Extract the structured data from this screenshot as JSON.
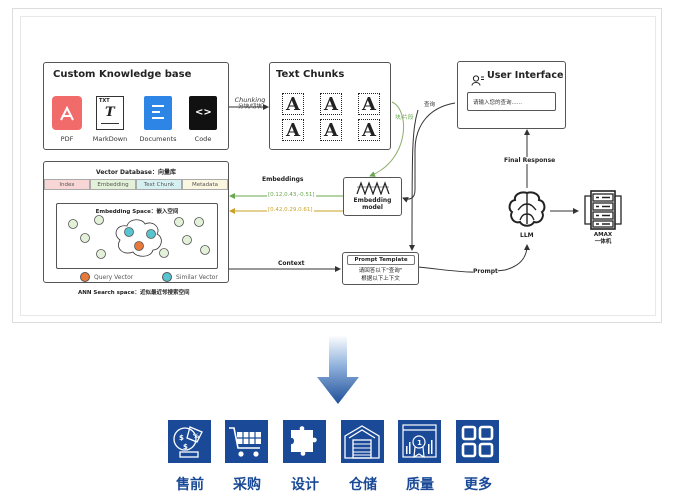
{
  "knowledge_base": {
    "title": "Custom Knowledge base",
    "items": [
      {
        "label": "PDF",
        "icon": "pdf-icon",
        "color": "#f26b6b"
      },
      {
        "label": "MarkDown",
        "icon": "txt-file-icon",
        "badge": "TXT",
        "glyph": "T"
      },
      {
        "label": "Documents",
        "icon": "document-icon",
        "color": "#2d86e6"
      },
      {
        "label": "Code",
        "icon": "code-file-icon",
        "glyph": "<>"
      }
    ]
  },
  "chunking": {
    "label_en": "Chunking",
    "label_cn": "分块/切块"
  },
  "text_chunks": {
    "title": "Text Chunks",
    "glyph": "A"
  },
  "chunk_label": "块/片段",
  "query_label": "查询",
  "user_interface": {
    "title": "User Interface",
    "input_placeholder": "请输入您的查询......"
  },
  "vector_db": {
    "title": "Vector Database：向量库",
    "columns": [
      {
        "label": "Index",
        "color": "#f9d6d6"
      },
      {
        "label": "Embedding",
        "color": "#e3f1d9"
      },
      {
        "label": "Text Chunk",
        "color": "#d6f0f2"
      },
      {
        "label": "Metadata",
        "color": "#faf6e0"
      }
    ],
    "embedding_space_title": "Embedding Space：嵌入空间",
    "legend": [
      {
        "label": "Query Vector",
        "color": "#e8793a"
      },
      {
        "label": "Similar Vector",
        "color": "#57c4cf"
      }
    ],
    "ann_label": "ANN Search space：近似最近邻搜索空间"
  },
  "embeddings": {
    "label": "Embeddings",
    "vector1": "[0.12,0.43,-0.51]",
    "vector2": "[0.42,0.29,0.61]",
    "color1": "#6aa84f",
    "color2": "#c9a227"
  },
  "embedding_model": {
    "label_line1": "Embedding",
    "label_line2": "model"
  },
  "context_label": "Context",
  "prompt_template": {
    "title": "Prompt Template",
    "line1": "请回答以下\"查询\"",
    "line2": "根据以下上下文"
  },
  "prompt_label": "Prompt",
  "final_response_label": "Final Response",
  "llm": {
    "label": "LLM"
  },
  "amax": {
    "label_line1": "AMAX",
    "label_line2": "一体机"
  },
  "services": [
    {
      "label": "售前",
      "icon": "presales-icon"
    },
    {
      "label": "采购",
      "icon": "shopping-cart-icon"
    },
    {
      "label": "设计",
      "icon": "puzzle-icon"
    },
    {
      "label": "仓储",
      "icon": "warehouse-icon"
    },
    {
      "label": "质量",
      "icon": "quality-award-icon"
    },
    {
      "label": "更多",
      "icon": "more-grid-icon"
    }
  ],
  "colors": {
    "brand_blue": "#1a4a97",
    "green": "#6aa84f",
    "yellow": "#c9a227"
  }
}
